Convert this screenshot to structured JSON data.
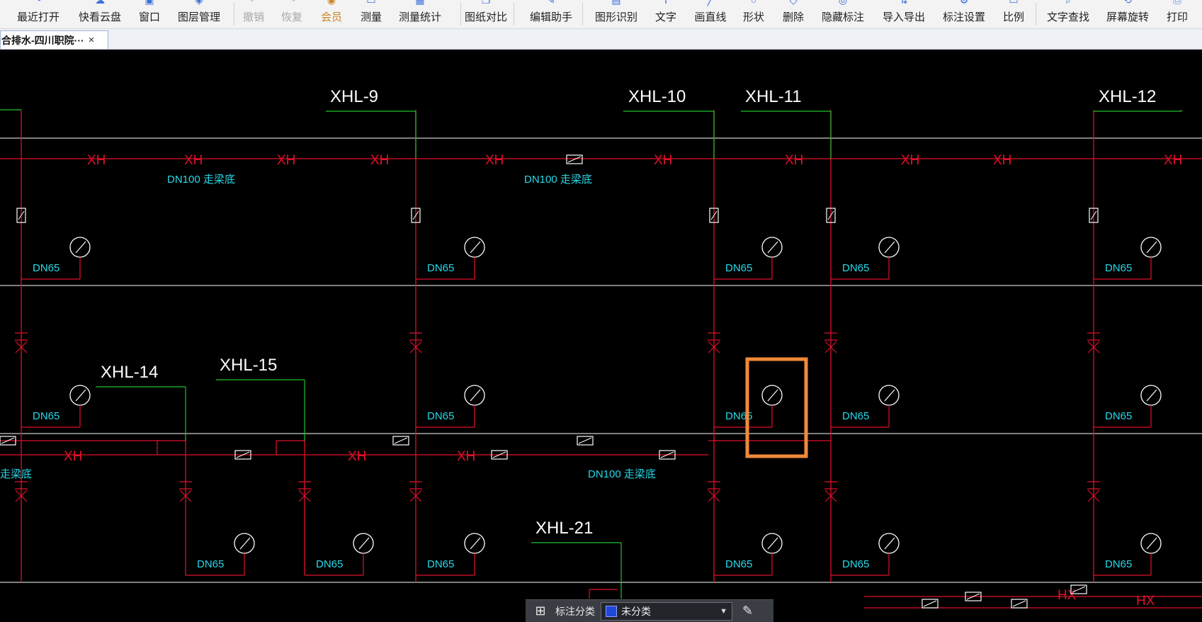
{
  "toolbar": {
    "items": [
      {
        "label": "最近打开",
        "icon": "clock-icon"
      },
      {
        "label": "快看云盘",
        "icon": "cloud-icon"
      },
      {
        "label": "窗口",
        "icon": "window-icon"
      },
      {
        "label": "图层管理",
        "icon": "layers-icon"
      },
      {
        "label": "撤销",
        "icon": "undo-icon"
      },
      {
        "label": "恢复",
        "icon": "redo-icon"
      },
      {
        "label": "会员",
        "icon": "vip-icon"
      },
      {
        "label": "测量",
        "icon": "ruler-icon"
      },
      {
        "label": "测量统计",
        "icon": "measure-stats-icon"
      },
      {
        "label": "图纸对比",
        "icon": "compare-icon"
      },
      {
        "label": "编辑助手",
        "icon": "edit-assistant-icon"
      },
      {
        "label": "图形识别",
        "icon": "shape-recognize-icon"
      },
      {
        "label": "文字",
        "icon": "text-icon"
      },
      {
        "label": "画直线",
        "icon": "line-icon"
      },
      {
        "label": "形状",
        "icon": "shape-icon"
      },
      {
        "label": "删除",
        "icon": "eraser-icon"
      },
      {
        "label": "隐藏标注",
        "icon": "hide-annotation-icon"
      },
      {
        "label": "导入导出",
        "icon": "import-export-icon"
      },
      {
        "label": "标注设置",
        "icon": "annotation-settings-icon"
      },
      {
        "label": "比例",
        "icon": "scale-icon"
      },
      {
        "label": "文字查找",
        "icon": "text-search-icon"
      },
      {
        "label": "屏幕旋转",
        "icon": "rotate-screen-icon"
      },
      {
        "label": "打印",
        "icon": "print-icon"
      }
    ]
  },
  "tab": {
    "title": "合排水-四川职院···",
    "close": "×"
  },
  "drawing": {
    "labels": [
      "XHL-9",
      "XHL-10",
      "XHL-11",
      "XHL-12",
      "XHL-14",
      "XHL-15",
      "XHL-21"
    ],
    "pipe_text_xh": "XH",
    "pipe_text_hx": "HX",
    "dn100": "DN100 走梁底",
    "dn100_partial": "走梁底",
    "dn65": "DN65",
    "colors": {
      "pipe": "#e0102a",
      "leader": "#1fc22c",
      "text_cyan": "#27d9e8",
      "white": "#ffffff",
      "highlight": "#f08a3a"
    }
  },
  "bottombar": {
    "label": "标注分类",
    "selected": "未分类",
    "swatch_color": "#1f47d8"
  }
}
